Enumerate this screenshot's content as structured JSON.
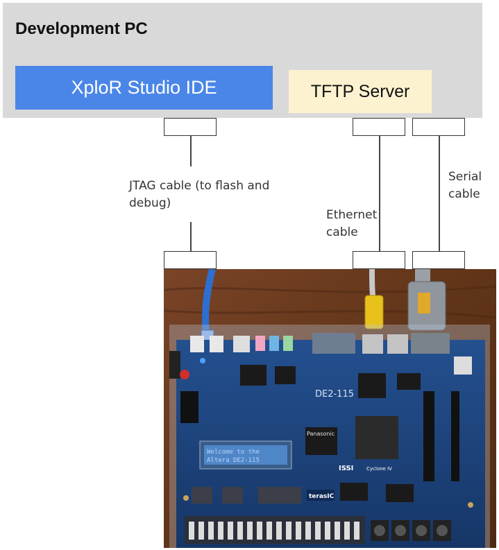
{
  "dev_pc": {
    "title": "Development PC"
  },
  "ide": {
    "label": "XploR Studio IDE"
  },
  "tftp": {
    "label": "TFTP Server"
  },
  "cables": {
    "jtag": {
      "line1": "JTAG cable (to flash and",
      "line2": "debug)"
    },
    "ethernet": {
      "line1": "Ethernet",
      "line2": "cable"
    },
    "serial": {
      "line1": "Serial",
      "line2": "cable"
    }
  },
  "board": {
    "lcd_line1": "Welcome to the",
    "lcd_line2": "Altera DE2-115",
    "model": "DE2-115",
    "brand": "terasIC",
    "chip_brand": "Panasonic",
    "fpga": "Cyclone IV",
    "issi": "ISSI"
  },
  "colors": {
    "pc_bg": "#d9d9d9",
    "ide_bg": "#4a86e8",
    "tftp_bg": "#fdf2d0",
    "board_pcb": "#1c3f7a",
    "wood": "#6b3b22"
  }
}
